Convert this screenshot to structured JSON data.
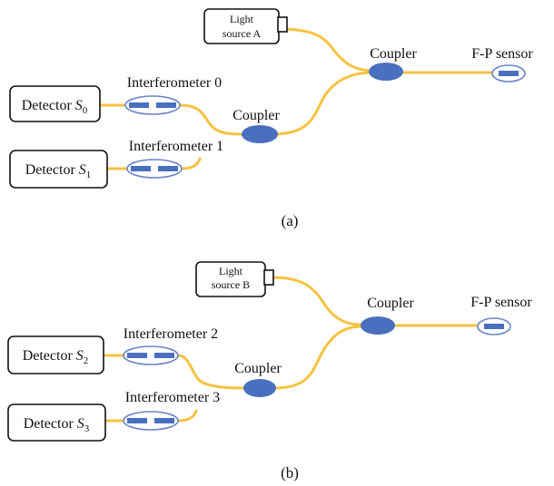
{
  "colors": {
    "fiber": "#f5c342",
    "component": "#4a6fbf",
    "component_outline": "#6b85c7",
    "text": "#111111"
  },
  "diagram_a": {
    "light_source": {
      "line1": "Light",
      "line2": "source A"
    },
    "coupler_top": "Coupler",
    "coupler_bottom": "Coupler",
    "sensor": "F-P sensor",
    "interferometer_0": "Interferometer 0",
    "interferometer_1": "Interferometer 1",
    "detector_0": {
      "prefix": "Detector ",
      "symbol": "S",
      "sub": "0"
    },
    "detector_1": {
      "prefix": "Detector ",
      "symbol": "S",
      "sub": "1"
    },
    "caption": "(a)"
  },
  "diagram_b": {
    "light_source": {
      "line1": "Light",
      "line2": "source B"
    },
    "coupler_top": "Coupler",
    "coupler_bottom": "Coupler",
    "sensor": "F-P sensor",
    "interferometer_2": "Interferometer 2",
    "interferometer_3": "Interferometer 3",
    "detector_2": {
      "prefix": "Detector ",
      "symbol": "S",
      "sub": "2"
    },
    "detector_3": {
      "prefix": "Detector ",
      "symbol": "S",
      "sub": "3"
    },
    "caption": "(b)"
  }
}
